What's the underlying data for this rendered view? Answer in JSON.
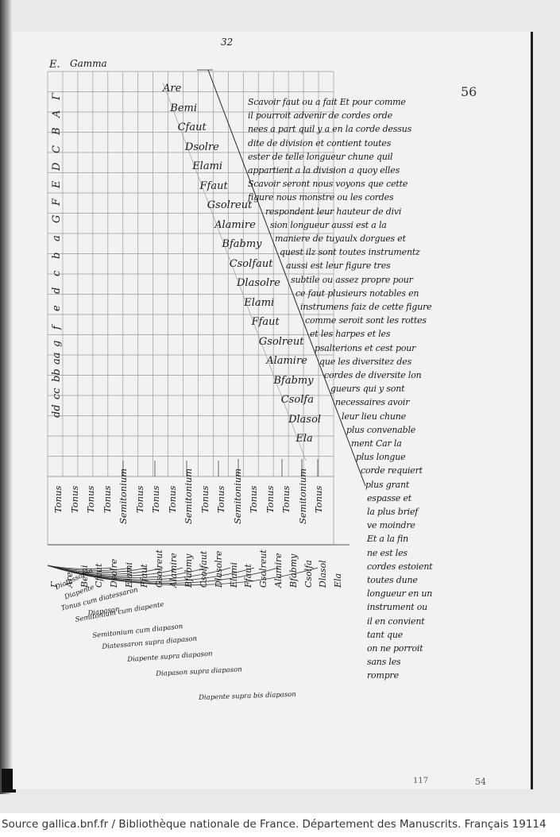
{
  "folio": {
    "top_number": "32",
    "right_number": "56",
    "bottom_number_left": "117",
    "bottom_number_right": "54"
  },
  "diagram": {
    "header_left": "E.",
    "header_right": "Gamma",
    "gamma_letters": [
      "Γ",
      "A",
      "B",
      "C",
      "D",
      "E",
      "F",
      "G",
      "a",
      "b",
      "c",
      "d",
      "e",
      "f",
      "g",
      "aa",
      "bb",
      "cc",
      "dd"
    ],
    "note_names": [
      "Are",
      "Bemi",
      "Cfaut",
      "Dsolre",
      "Elami",
      "Ffaut",
      "Gsolreut",
      "Alamire",
      "Bfabmy",
      "Csolfaut",
      "Dlasolre",
      "Elami",
      "Ffaut",
      "Gsolreut",
      "Alamire",
      "Bfabmy",
      "Csolfa",
      "Dlasol",
      "Ela"
    ],
    "interval_labels": [
      "Tonus",
      "Tonus",
      "Tonus",
      "Tonus",
      "Semitonium",
      "Tonus",
      "Tonus",
      "Tonus",
      "Semitonium",
      "Tonus",
      "Tonus",
      "Semitonium",
      "Tonus",
      "Tonus",
      "Tonus",
      "Semitonium",
      "Tonus"
    ],
    "bottom_notes": [
      "Γ",
      "Are",
      "Bemi",
      "Cfaut",
      "Dsolre",
      "Elami",
      "Ffaut",
      "Gsolreut",
      "Alamire",
      "Bfabmy",
      "Csolfaut",
      "Dlasolre",
      "Elami",
      "Ffaut",
      "Gsolreut",
      "Alamire",
      "Bfabmy",
      "Csolfa",
      "Dlasol",
      "Ela"
    ],
    "arc_labels": [
      "Diatessaron",
      "Diapente",
      "Tonus cum diatessaron",
      "Semitonium cum diapente",
      "Diapason",
      "Semitonium cum diapason",
      "Diatessaron supra diapason",
      "Diapente supra diapason",
      "Diapason supra diapason",
      "Diapente supra bis diapason"
    ]
  },
  "text_lines": [
    "Scavoir faut ou a fait Et pour comme",
    "il pourroit advenir de cordes orde",
    "nees a part quil y a en la corde dessus",
    "dite de division et contient toutes",
    "ester de telle longueur chune quil",
    "appartient a la division a quoy elles",
    "Scavoir seront nous voyons que cette",
    "figure nous monstre ou les cordes",
    "respondent leur hauteur de divi",
    "sion longueur aussi est a la",
    "maniere de tuyaulx dorgues et",
    "quest ilz sont toutes instrumentz",
    "aussi est leur figure tres",
    "subtile ou assez propre pour",
    "ce faut plusieurs notables en",
    "instrumens faiz de cette figure",
    "comme seroit sont les rottes",
    "et les harpes et les",
    "psalterions et cest pour",
    "que les diversitez des",
    "cordes de diversite lon",
    "gueurs qui y sont",
    "necessaires avoir",
    "leur lieu chune",
    "plus convenable",
    "ment Car la",
    "plus longue",
    "corde requiert",
    "plus grant",
    "espasse et",
    "la plus brief",
    "ve moindre",
    "Et a la fin",
    "ne est les",
    "cordes estoient",
    "toutes dune",
    "longueur en un",
    "instrument ou",
    "il en convient",
    "tant que",
    "on ne porroit",
    "sans les",
    "rompre"
  ],
  "caption": "Source gallica.bnf.fr / Bibliothèque nationale de France. Département des Manuscrits. Français 19114"
}
